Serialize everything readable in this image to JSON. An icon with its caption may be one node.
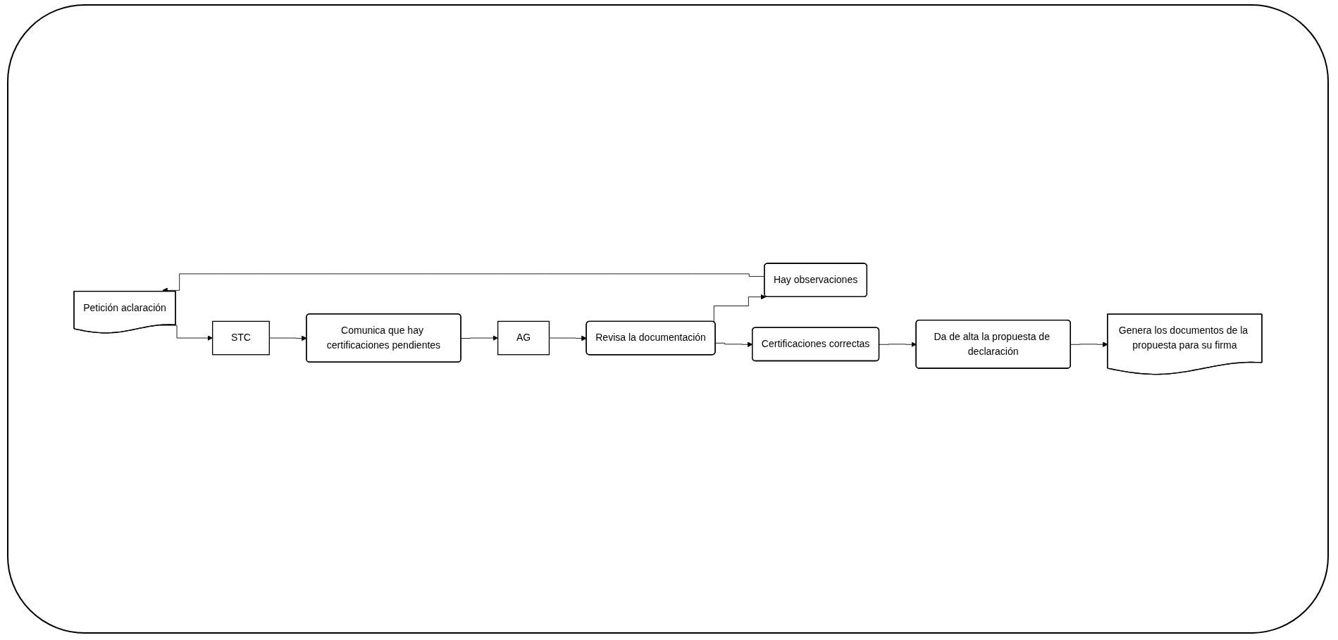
{
  "diagram": {
    "nodes": [
      {
        "text": [
          "Petición aclaración"
        ]
      },
      {
        "text": [
          "STC"
        ]
      },
      {
        "text": [
          "Comunica que hay certificaciones pendientes"
        ]
      },
      {
        "text": [
          "AG"
        ]
      },
      {
        "text": [
          "Revisa la documentación"
        ]
      },
      {
        "text": [
          "Hay observaciones"
        ]
      },
      {
        "text": [
          "Certificaciones correctas"
        ]
      },
      {
        "text": [
          "Da de alta la propuesta de declaración"
        ]
      },
      {
        "text": [
          "Genera los documentos de la propuesta para su firma"
        ]
      }
    ],
    "edges": [
      {
        "from": 0,
        "to": 1,
        "arrow": "to"
      },
      {
        "from": 1,
        "to": 2,
        "arrow": "to"
      },
      {
        "from": 2,
        "to": 3,
        "arrow": "to"
      },
      {
        "from": 3,
        "to": 4,
        "arrow": "to"
      },
      {
        "from": 4,
        "to": 5,
        "arrow": "to"
      },
      {
        "from": 4,
        "to": 6,
        "arrow": "to"
      },
      {
        "from": 5,
        "to": 0,
        "arrow": "to"
      },
      {
        "from": 6,
        "to": 7,
        "arrow": "to"
      },
      {
        "from": 7,
        "to": 8,
        "arrow": "to"
      }
    ]
  }
}
